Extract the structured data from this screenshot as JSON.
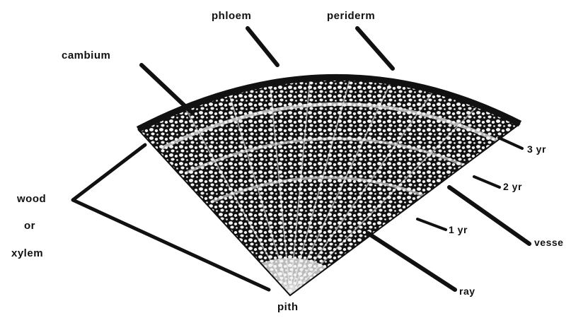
{
  "colors": {
    "ink": "#111111",
    "tissue_light": "#f4f4f4",
    "background": "#ffffff"
  },
  "labels": {
    "phloem": "phloem",
    "periderm": "periderm",
    "cambium": "cambium",
    "wood": "wood",
    "or": "or",
    "xylem": "xylem",
    "yr3": "3 yr",
    "yr2": "2 yr",
    "yr1": "1 yr",
    "vessel": "vesse",
    "ray": "ray",
    "pith": "pith"
  }
}
